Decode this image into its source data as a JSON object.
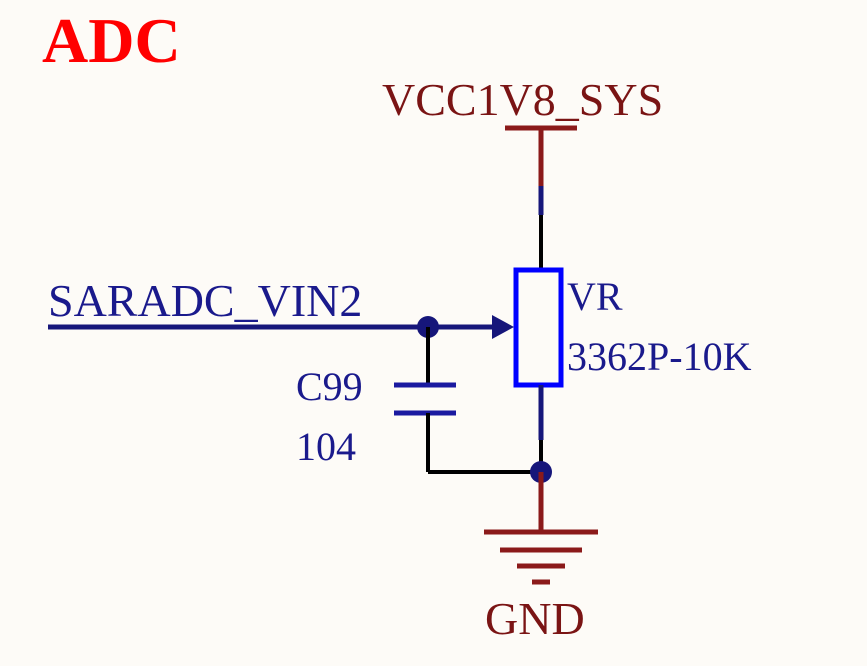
{
  "title": "ADC",
  "net_labels": {
    "power": "VCC1V8_SYS",
    "input": "SARADC_VIN2",
    "ground": "GND"
  },
  "components": {
    "potentiometer": {
      "designator": "VR",
      "value": "3362P-10K"
    },
    "capacitor": {
      "designator": "C99",
      "value": "104"
    }
  },
  "colors": {
    "background": "#fdfbf7",
    "title": "#ff0000",
    "power_text": "#7a1414",
    "power_wire": "#8b1a1a",
    "signal_text": "#1a1a8c",
    "signal_wire": "#16167a",
    "component_outline": "#0000ff",
    "junction": "#16167a",
    "wire": "#000000"
  }
}
